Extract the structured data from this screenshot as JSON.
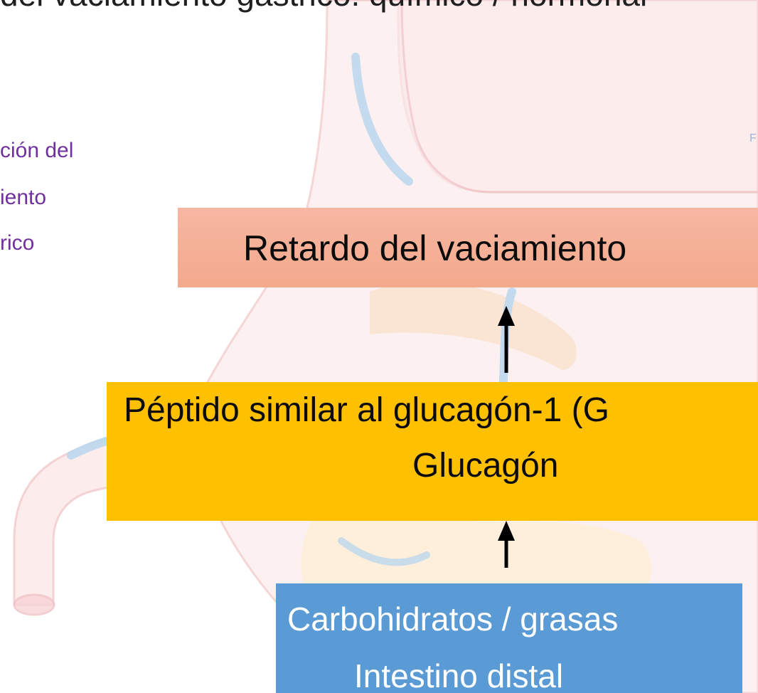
{
  "title": {
    "text": "del vaciamiento gástrico: químico / hormonal"
  },
  "side_label": {
    "lines": [
      "ción del",
      "iento",
      "rico"
    ]
  },
  "corner_mark": "F",
  "boxes": {
    "retardo": {
      "text": "Retardo del vaciamiento",
      "color": "#f4ad92"
    },
    "glp": {
      "line1": "Péptido similar al glucagón-1 (G",
      "line2": "Glucagón",
      "color": "#ffc000"
    },
    "carbs": {
      "line1": "Carbohidratos / grasas",
      "line2": "Intestino distal",
      "color": "#5b9bd5"
    }
  },
  "colors": {
    "side_label": "#7030a0",
    "stomach_fill": "#f9e2e2",
    "stomach_outline": "#f1c4c6",
    "flow_arrows": "#bcd7ee"
  }
}
